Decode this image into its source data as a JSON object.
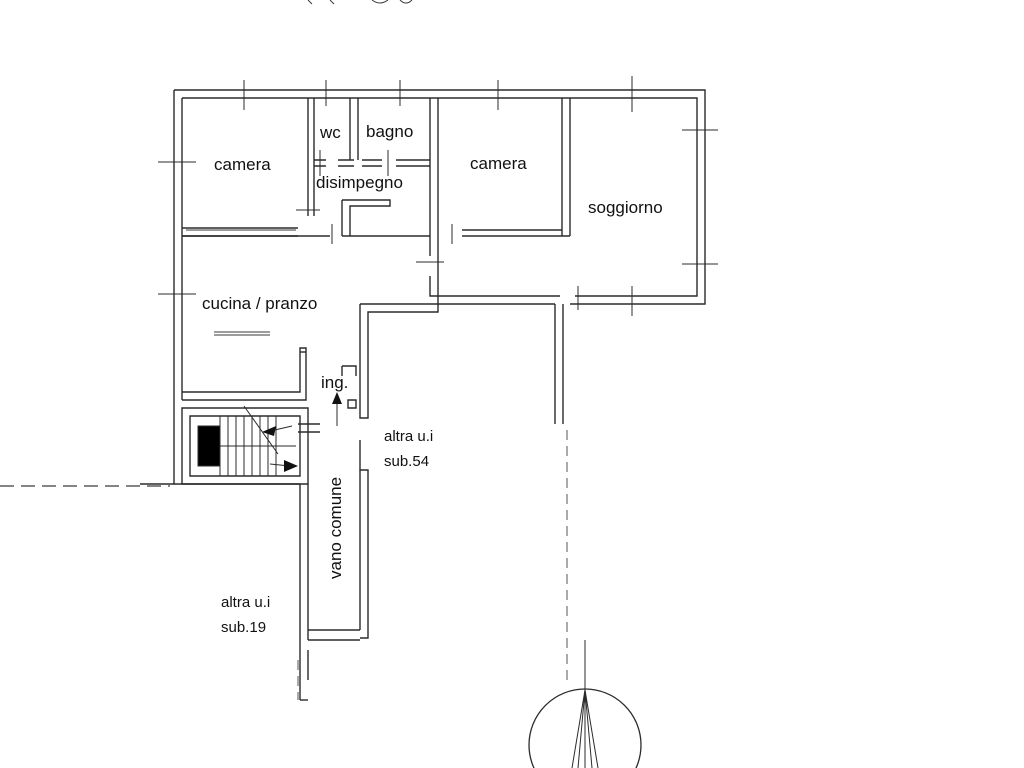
{
  "rooms": {
    "camera_left": "camera",
    "wc": "wc",
    "bagno": "bagno",
    "disimpegno": "disimpegno",
    "camera_right": "camera",
    "soggiorno": "soggiorno",
    "cucina_pranzo": "cucina / pranzo",
    "ingresso": "ing.",
    "vano_comune": "vano comune"
  },
  "neighbours": {
    "sub54_line1": "altra u.i",
    "sub54_line2": "sub.54",
    "sub19_line1": "altra u.i",
    "sub19_line2": "sub.19"
  },
  "colors": {
    "line": "#2b2b2b",
    "text": "#111111",
    "background": "#ffffff"
  },
  "icons": {
    "north_arrow": "north-arrow-icon"
  }
}
